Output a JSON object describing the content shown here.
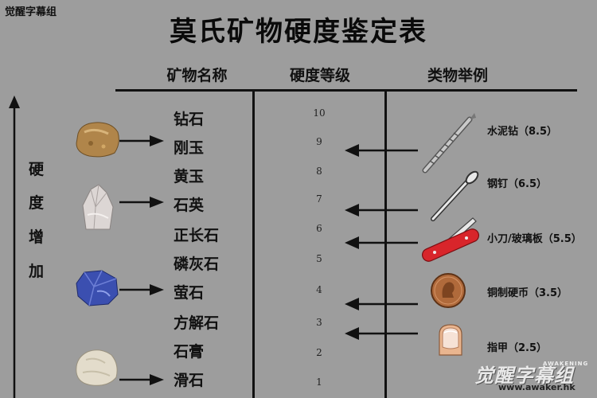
{
  "watermark_top": "觉醒字幕组",
  "title": "莫氏矿物硬度鉴定表",
  "headers": {
    "mineral": "矿物名称",
    "hardness": "硬度等级",
    "examples": "类物举例"
  },
  "axis_chars": [
    "硬",
    "度",
    "增",
    "加"
  ],
  "minerals": [
    "钻石",
    "刚玉",
    "黄玉",
    "石英",
    "正长石",
    "磷灰石",
    "萤石",
    "方解石",
    "石膏",
    "滑石"
  ],
  "levels": [
    "10",
    "9",
    "8",
    "7",
    "6",
    "5",
    "4",
    "3",
    "2",
    "1"
  ],
  "examples": [
    {
      "label": "水泥钻（8.5）",
      "icon": "drill-bit-icon"
    },
    {
      "label": "钢钉（6.5）",
      "icon": "nail-icon"
    },
    {
      "label": "小刀/玻璃板（5.5）",
      "icon": "pocket-knife-icon"
    },
    {
      "label": "铜制硬币（3.5）",
      "icon": "copper-coin-icon"
    },
    {
      "label": "指甲（2.5）",
      "icon": "fingernail-icon"
    }
  ],
  "watermark_bottom": {
    "logo": "觉醒字幕组",
    "english": "AWAKENING",
    "url": "www.awaker.hk"
  },
  "colors": {
    "background": "#9d9d9d",
    "lines": "#111111",
    "knife_red": "#d8252b",
    "coin_copper": "#b06a3b"
  }
}
